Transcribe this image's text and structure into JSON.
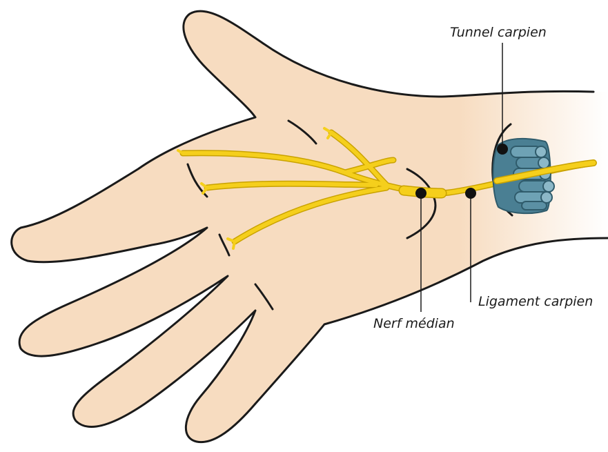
{
  "labels": {
    "tunnel": "Tunnel carpien",
    "ligament": "Ligament carpien",
    "nerf": "Nerf médian"
  },
  "colors": {
    "skin": "#f7dcc0",
    "outline": "#1a1a1a",
    "nerve": "#f5cf1c",
    "nerve_edge": "#c9a200",
    "tendon": "#4a7f93",
    "tendon_light": "#6ea2b5",
    "tendon_dark": "#2f5b6b"
  }
}
